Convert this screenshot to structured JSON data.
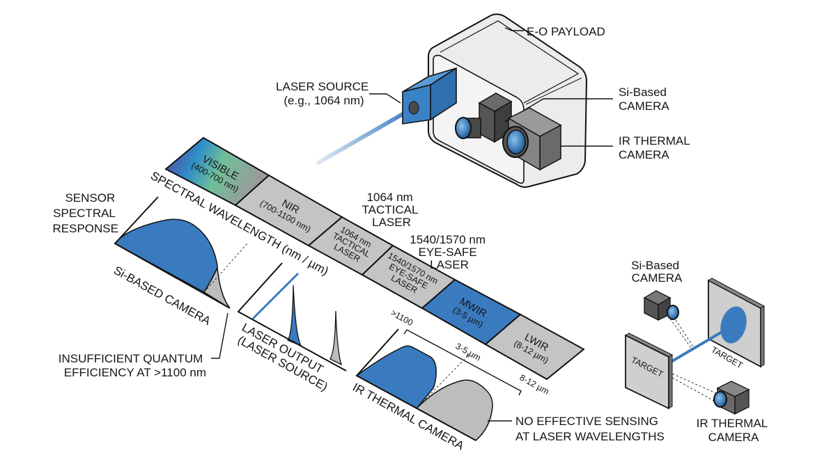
{
  "payload": {
    "title": "E-O PAYLOAD",
    "laser_source": [
      "LASER SOURCE",
      "(e.g., 1064 nm)"
    ],
    "si_camera": [
      "Si-Based",
      "CAMERA"
    ],
    "ir_camera": [
      "IR THERMAL",
      "CAMERA"
    ]
  },
  "spectrum": {
    "axis_label": "SPECTRAL WAVELENGTH (nm / µm)",
    "bands": [
      {
        "name": "VISIBLE",
        "range": "(400-700 nm)"
      },
      {
        "name": "NIR",
        "range": "(700-1100 nm)"
      },
      {
        "name": "1064 nm",
        "range": [
          "TACTICAL",
          "LASER"
        ]
      },
      {
        "name": "1540/1570 nm",
        "range": [
          "EYE-SAFE",
          "LASER"
        ]
      },
      {
        "name": "MWIR",
        "range": "(3-5 µm)"
      },
      {
        "name": "LWIR",
        "range": "(8-12 µm)"
      }
    ],
    "callout_1064": [
      "1064 nm",
      "TACTICAL",
      "LASER"
    ],
    "callout_1540": [
      "1540/1570 nm",
      "EYE-SAFE",
      "LASER"
    ]
  },
  "plots": {
    "sensor_response_title": [
      "SENSOR",
      "SPECTRAL",
      "RESPONSE"
    ],
    "si_camera_label": "Si-BASED CAMERA",
    "insufficient_note": [
      "INSUFFICIENT QUANTUM",
      "EFFICIENCY AT >1100 nm"
    ],
    "laser_output_label": "LASER OUTPUT",
    "laser_output_sub": "(LASER SOURCE)",
    "ir_camera_label": "IR THERMAL CAMERA",
    "marker_1100": ">1100",
    "marker_3_5": "3-5 µm",
    "marker_8_12": "8-12 µm",
    "no_sensing_note": [
      "NO EFFECTIVE SENSING",
      "AT LASER WAVELENGTHS"
    ]
  },
  "scene": {
    "si_camera": [
      "Si-Based",
      "CAMERA"
    ],
    "ir_camera": [
      "IR THERMAL",
      "CAMERA"
    ],
    "target_left": "TARGET",
    "target_right": "TARGET"
  },
  "colors": {
    "accent_blue": "#3a7bbf",
    "band_gray": "#c4c4c4",
    "camera_gray": "#5a5a5a"
  }
}
